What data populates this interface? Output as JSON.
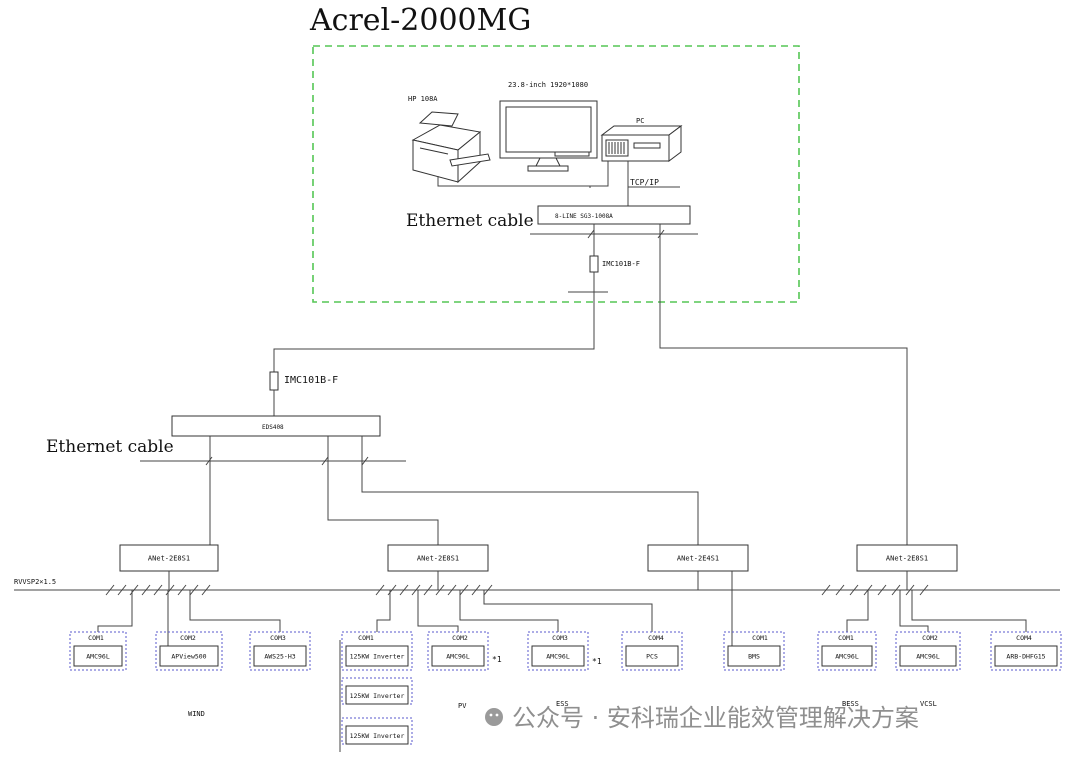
{
  "title": "Acrel-2000MG",
  "station": {
    "printer": "HP 108A",
    "monitor": "23.8-inch  1920*1080",
    "pc": "PC",
    "tcpip": "TCP/IP",
    "switch": "8-LINE SG3-1008A",
    "ethernet_label": "Ethernet cable",
    "converter": "IMC101B-F"
  },
  "mid": {
    "converter": "IMC101B-F",
    "switch": "EDS408",
    "ethernet_label": "Ethernet cable"
  },
  "bus_label": "RVVSP2×1.5",
  "gateways": [
    {
      "label": "ANet-2E8S1"
    },
    {
      "label": "ANet-2E8S1"
    },
    {
      "label": "ANet-2E4S1"
    },
    {
      "label": "ANet-2E8S1"
    }
  ],
  "com_labels": [
    "COM1",
    "COM2",
    "COM3",
    "COM1",
    "COM2",
    "COM3",
    "COM4",
    "COM1",
    "COM1",
    "COM2",
    "COM4"
  ],
  "devices": [
    "AMC96L",
    "APView500",
    "AWS25-H3",
    "125KW Inverter",
    "AMC96L",
    "AMC96L",
    "PCS",
    "BMS",
    "AMC96L",
    "AMC96L",
    "ARB-DHFG15"
  ],
  "extra_inverters": [
    "125KW Inverter",
    "125KW Inverter"
  ],
  "multipliers": [
    "*1",
    "*1"
  ],
  "group_labels": [
    "WIND",
    "PV",
    "ESS",
    "BESS",
    "VCSL"
  ],
  "watermark": "公众号 · 安科瑞企业能效管理解决方案",
  "colors": {
    "dashed_frame": "#55c655",
    "com_box": "#5a5acd",
    "watermark": "#8f8f8f"
  }
}
